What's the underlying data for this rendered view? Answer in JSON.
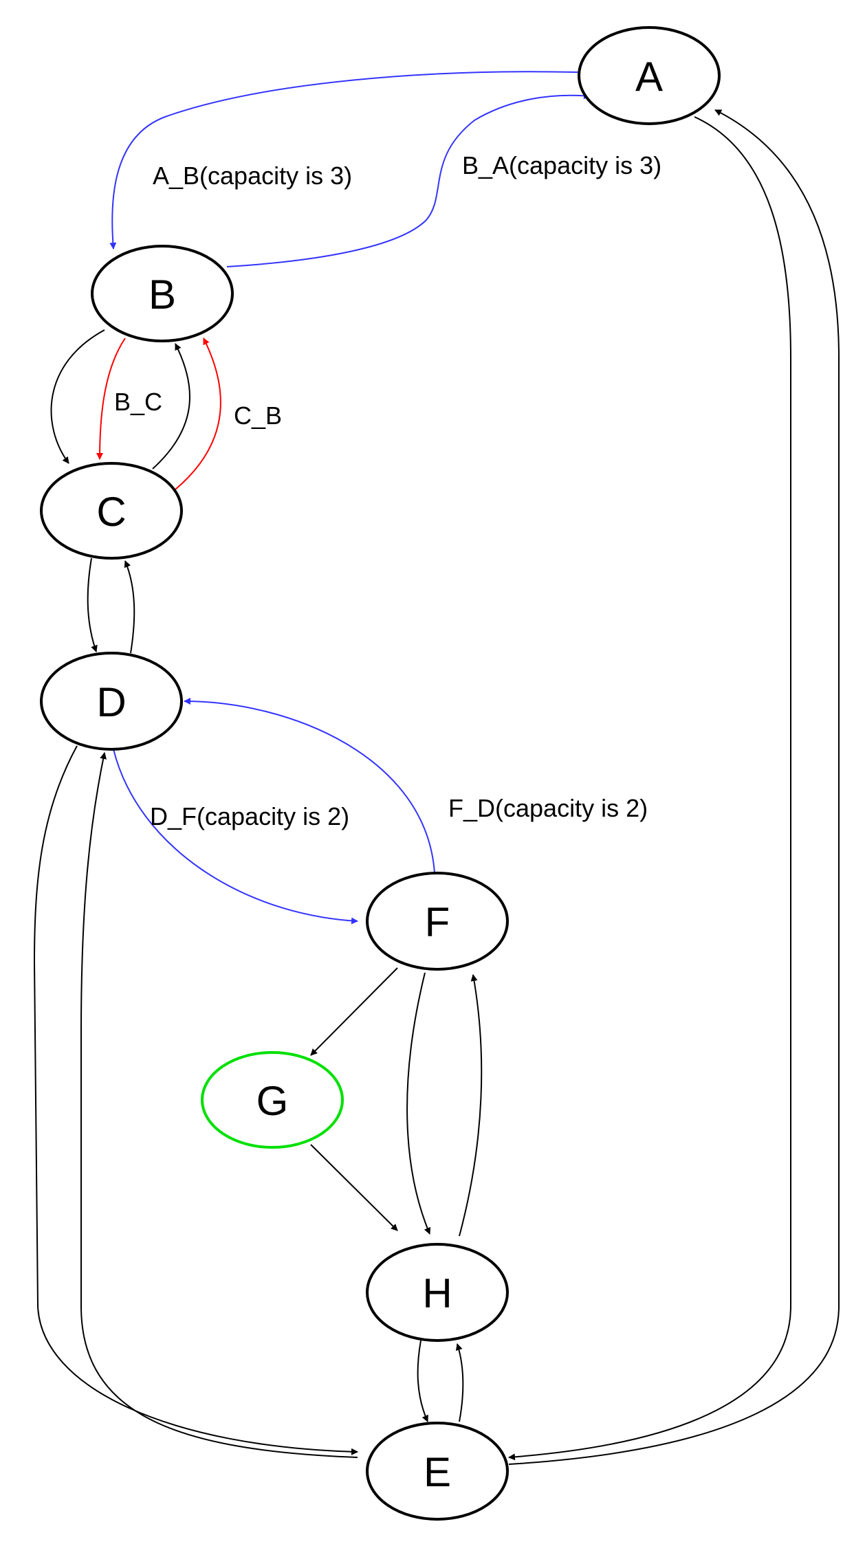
{
  "nodes": [
    {
      "id": "A",
      "label": "A",
      "color": "#000000"
    },
    {
      "id": "B",
      "label": "B",
      "color": "#000000"
    },
    {
      "id": "C",
      "label": "C",
      "color": "#000000"
    },
    {
      "id": "D",
      "label": "D",
      "color": "#000000"
    },
    {
      "id": "F",
      "label": "F",
      "color": "#000000"
    },
    {
      "id": "G",
      "label": "G",
      "color": "#00e000"
    },
    {
      "id": "H",
      "label": "H",
      "color": "#000000"
    },
    {
      "id": "E",
      "label": "E",
      "color": "#000000"
    }
  ],
  "edges": [
    {
      "id": "A_B",
      "from": "A",
      "to": "B",
      "color": "#3333ff",
      "label": "A_B(capacity is 3)"
    },
    {
      "id": "B_A",
      "from": "B",
      "to": "A",
      "color": "#3333ff",
      "label": "B_A(capacity is 3)"
    },
    {
      "id": "B_C_black",
      "from": "B",
      "to": "C",
      "color": "#000000",
      "label": ""
    },
    {
      "id": "B_C",
      "from": "B",
      "to": "C",
      "color": "#ff0000",
      "label": "B_C"
    },
    {
      "id": "C_B_black",
      "from": "C",
      "to": "B",
      "color": "#000000",
      "label": ""
    },
    {
      "id": "C_B",
      "from": "C",
      "to": "B",
      "color": "#ff0000",
      "label": "C_B"
    },
    {
      "id": "C_D",
      "from": "C",
      "to": "D",
      "color": "#000000",
      "label": ""
    },
    {
      "id": "D_C",
      "from": "D",
      "to": "C",
      "color": "#000000",
      "label": ""
    },
    {
      "id": "D_F",
      "from": "D",
      "to": "F",
      "color": "#3333ff",
      "label": "D_F(capacity is 2)"
    },
    {
      "id": "F_D",
      "from": "F",
      "to": "D",
      "color": "#3333ff",
      "label": "F_D(capacity is 2)"
    },
    {
      "id": "F_G",
      "from": "F",
      "to": "G",
      "color": "#000000",
      "label": ""
    },
    {
      "id": "F_H",
      "from": "F",
      "to": "H",
      "color": "#000000",
      "label": ""
    },
    {
      "id": "H_F",
      "from": "H",
      "to": "F",
      "color": "#000000",
      "label": ""
    },
    {
      "id": "G_H",
      "from": "G",
      "to": "H",
      "color": "#000000",
      "label": ""
    },
    {
      "id": "H_E",
      "from": "H",
      "to": "E",
      "color": "#000000",
      "label": ""
    },
    {
      "id": "E_H",
      "from": "E",
      "to": "H",
      "color": "#000000",
      "label": ""
    },
    {
      "id": "D_E",
      "from": "D",
      "to": "E",
      "color": "#000000",
      "label": ""
    },
    {
      "id": "E_D",
      "from": "E",
      "to": "D",
      "color": "#000000",
      "label": ""
    },
    {
      "id": "A_E",
      "from": "A",
      "to": "E",
      "color": "#000000",
      "label": ""
    },
    {
      "id": "E_A",
      "from": "E",
      "to": "A",
      "color": "#000000",
      "label": ""
    }
  ]
}
